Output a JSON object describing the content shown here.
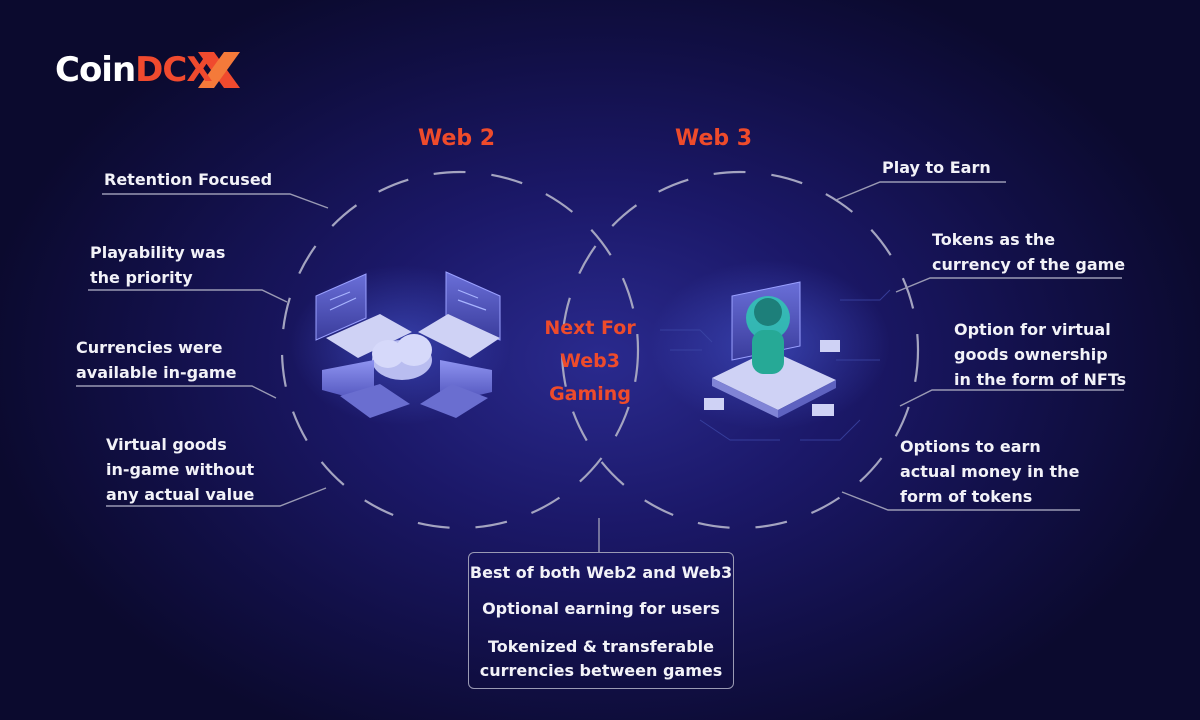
{
  "brand": {
    "part1": "Coin",
    "part2": "DCX"
  },
  "web2": {
    "title": "Web 2",
    "items": [
      {
        "lines": [
          "Retention Focused"
        ]
      },
      {
        "lines": [
          "Playability was",
          "the priority"
        ]
      },
      {
        "lines": [
          "Currencies were",
          "available in-game"
        ]
      },
      {
        "lines": [
          "Virtual goods",
          "in-game without",
          "any actual value"
        ]
      }
    ]
  },
  "web3": {
    "title": "Web 3",
    "items": [
      {
        "lines": [
          "Play to Earn"
        ]
      },
      {
        "lines": [
          "Tokens as the",
          "currency of the game"
        ]
      },
      {
        "lines": [
          "Option for virtual",
          "goods ownership",
          "in the form of NFTs"
        ]
      },
      {
        "lines": [
          "Options to earn",
          "actual money in the",
          "form of tokens"
        ]
      }
    ]
  },
  "center": {
    "lines": [
      "Next For",
      "Web3",
      "Gaming"
    ]
  },
  "bottom": {
    "items": [
      {
        "lines": [
          "Best of both Web2 and Web3"
        ]
      },
      {
        "lines": [
          "Optional earning for users"
        ]
      },
      {
        "lines": [
          "Tokenized & transferable",
          "currencies between games"
        ]
      }
    ]
  },
  "colors": {
    "accent": "#ee4b2b",
    "text": "#f2f2f8",
    "line": "#9a9ab4"
  }
}
